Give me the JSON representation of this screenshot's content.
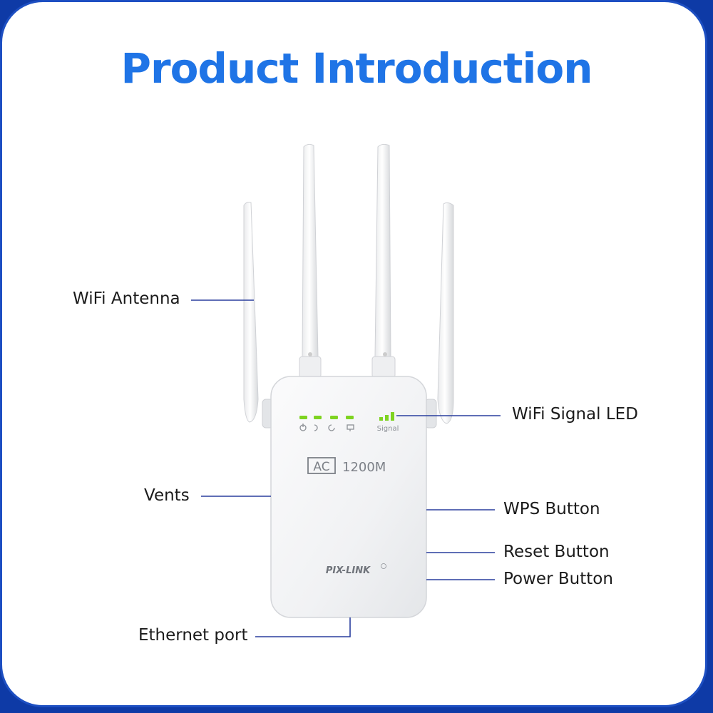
{
  "title": "Product Introduction",
  "device": {
    "model_badge": "AC",
    "model_speed": "1200M",
    "brand": "PIX-LINK",
    "signal_text": "Signal",
    "led_color": "#7ed321"
  },
  "callouts": {
    "wifi_antenna": "WiFi Antenna",
    "wifi_signal_led": "WiFi Signal LED",
    "vents": "Vents",
    "wps_button": "WPS Button",
    "reset_button": "Reset Button",
    "power_button": "Power Button",
    "ethernet_port": "Ethernet port"
  },
  "colors": {
    "accent": "#1f74e6",
    "border": "#1d4fc2",
    "leader_line": "#2a3f9e"
  }
}
